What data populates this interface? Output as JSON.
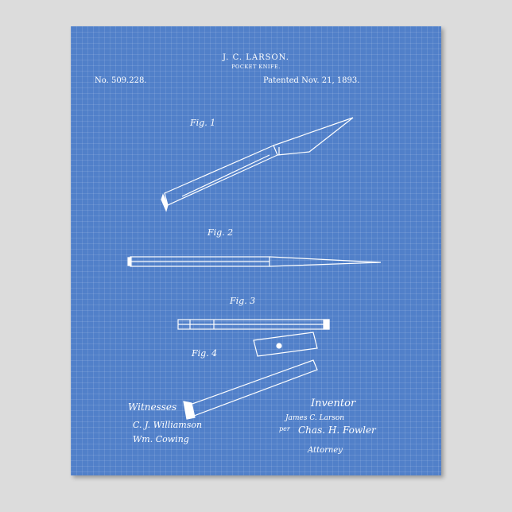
{
  "patent": {
    "inventor_header": "J. C. LARSON.",
    "title": "POCKET KNIFE.",
    "number": "No. 509.228.",
    "date": "Patented Nov. 21, 1893."
  },
  "figures": [
    "Fig. 1",
    "Fig. 2",
    "Fig. 3",
    "Fig. 4"
  ],
  "signatures": {
    "witnesses_label": "Witnesses",
    "witness_1": "C. J. Williamson",
    "witness_2": "Wm. Cowing",
    "inventor_label": "Inventor",
    "inventor_name": "James C. Larson",
    "per": "per",
    "attorney_name": "Chas. H. Fowler",
    "attorney_label": "Attorney"
  },
  "colors": {
    "poster_blue": "#5180c9",
    "wall": "#dcdcdc",
    "ink": "#ffffff"
  }
}
